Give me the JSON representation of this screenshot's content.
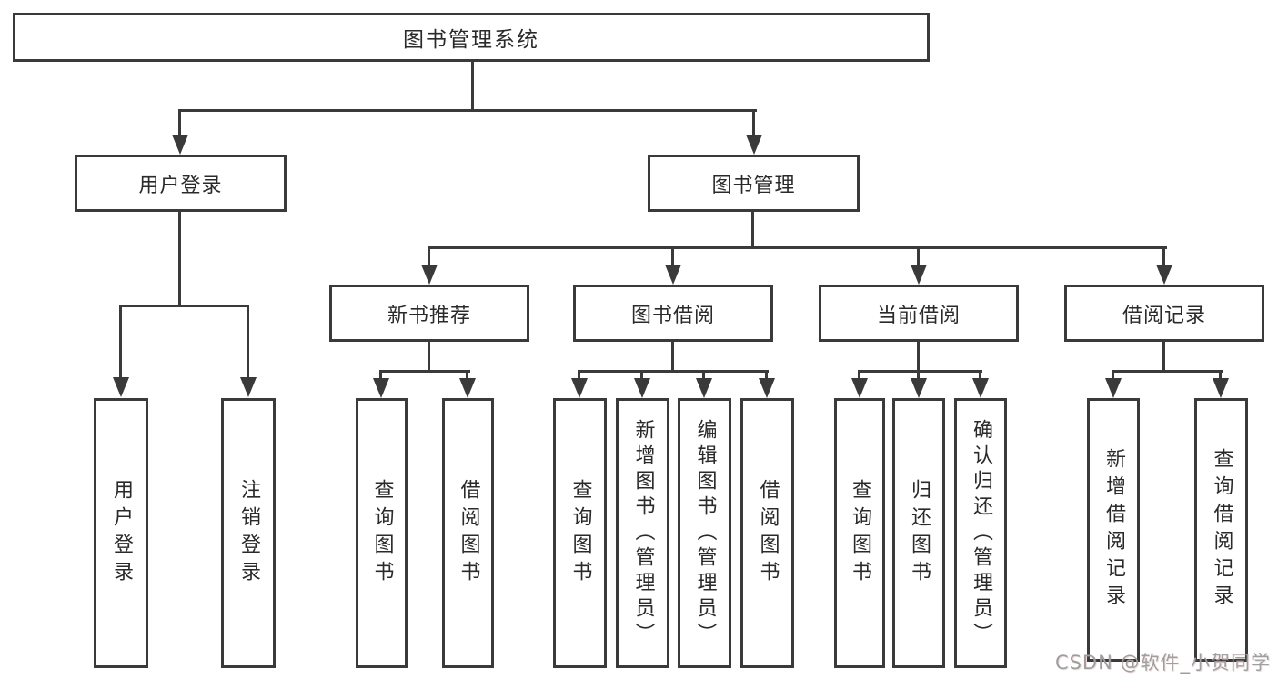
{
  "diagram": {
    "title": "图书管理系统",
    "children": [
      {
        "label": "用户登录",
        "leaves": [
          "用户登录",
          "注销登录"
        ]
      },
      {
        "label": "图书管理",
        "children": [
          {
            "label": "新书推荐",
            "leaves": [
              "查询图书",
              "借阅图书"
            ]
          },
          {
            "label": "图书借阅",
            "leaves": [
              "查询图书",
              "新增图书（管理员）",
              "编辑图书（管理员）",
              "借阅图书"
            ]
          },
          {
            "label": "当前借阅",
            "leaves": [
              "查询图书",
              "归还图书",
              "确认归还（管理员）"
            ]
          },
          {
            "label": "借阅记录",
            "leaves": [
              "新增借阅记录",
              "查询借阅记录"
            ]
          }
        ]
      }
    ]
  },
  "watermark": "CSDN @软件_小贺同学",
  "colors": {
    "line": "#3a3a3a",
    "text": "#2a2a2a",
    "watermark": "#9f9f9f",
    "background": "#ffffff"
  }
}
